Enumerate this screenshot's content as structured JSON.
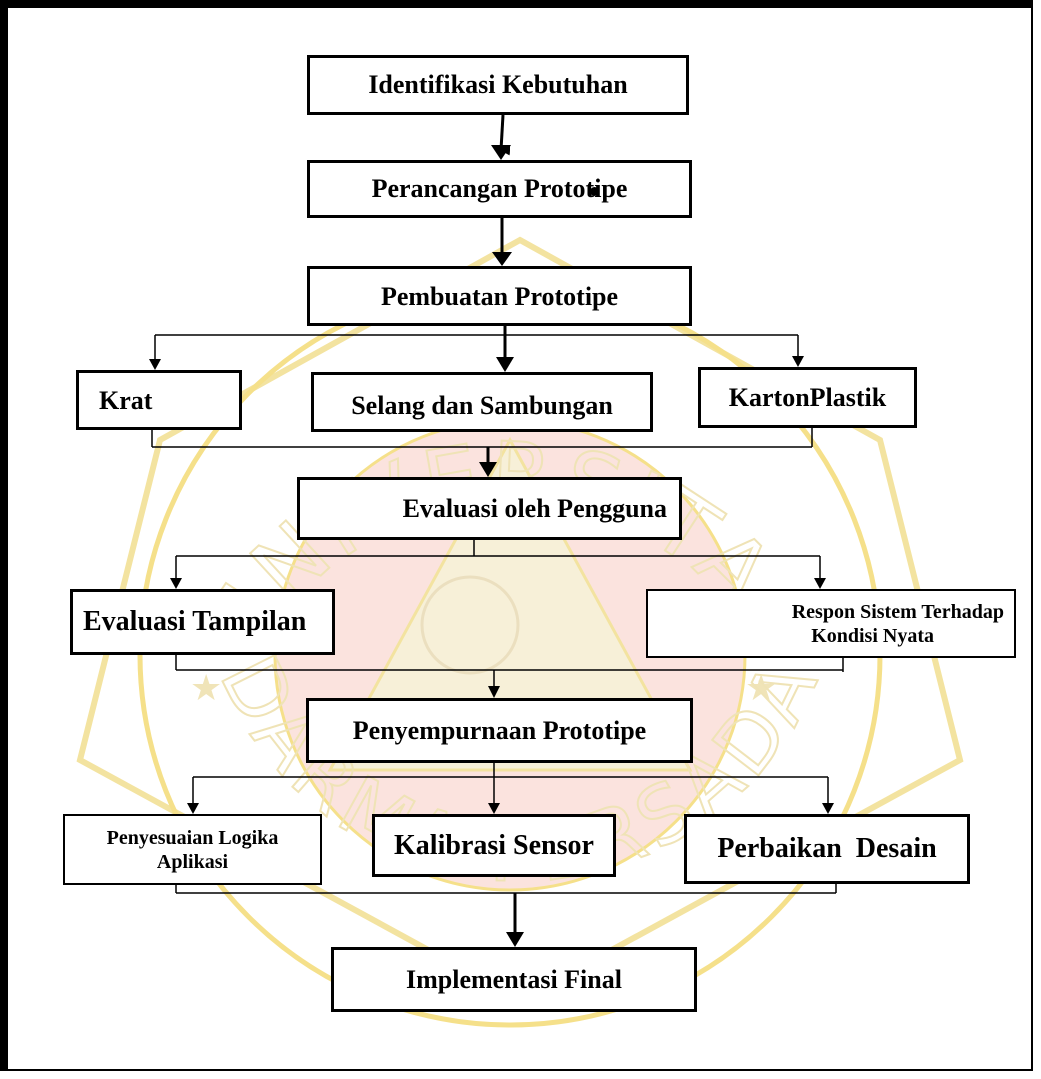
{
  "nodes": {
    "identifikasi": "Identifikasi Kebutuhan",
    "perancangan": "Perancangan Prototipe",
    "pembuatan": "Pembuatan Prototipe",
    "krat": "Krat",
    "selang": "Selang dan Sambungan",
    "karton": "KartonPlastik",
    "evaluasi_pengguna": "Evaluasi oleh Pengguna",
    "evaluasi_tampilan": "Evaluasi Tampilan",
    "respon_line1": "Respon Sistem Terhadap",
    "respon_line2": "Kondisi Nyata",
    "penyempurnaan": "Penyempurnaan Prototipe",
    "penyesuaian_line1": "Penyesuaian Logika",
    "penyesuaian_line2": "Aplikasi",
    "kalibrasi": "Kalibrasi Sensor",
    "perbaikan": "Perbaikan  Desain",
    "implementasi": "Implementasi Final"
  },
  "watermark": {
    "top_text": "UNIVERSITAS",
    "bottom_text": "DARMA PERSADA",
    "colors": {
      "ring": "#f5e08a",
      "inner": "#f8c9c2",
      "shield": "#f3e3a0"
    }
  }
}
